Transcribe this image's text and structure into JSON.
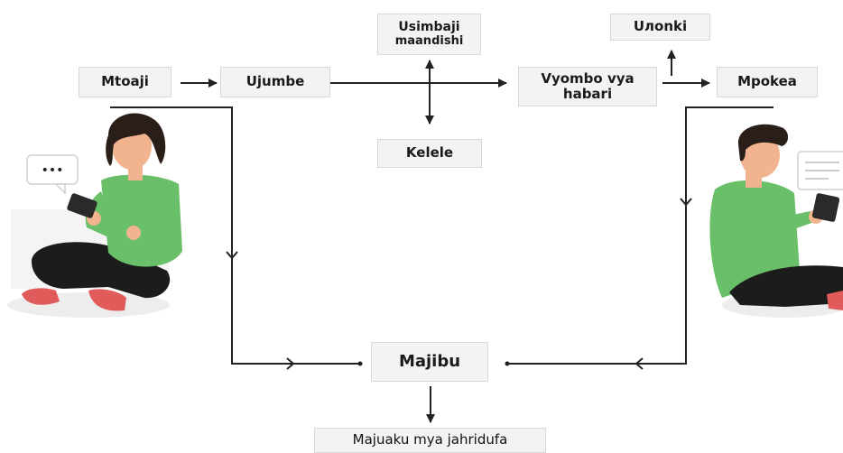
{
  "nodes": {
    "sender": "Mtoaji",
    "message": "Ujumbe",
    "encoding_line1": "Usimbaji",
    "encoding_line2": "maandishi",
    "noise": "Kelele",
    "channel_line1": "Vyombo vya",
    "channel_line2": "habari",
    "decoding": "Uлonki",
    "receiver": "Mpokea",
    "feedback": "Majibu",
    "journal": "Majuaku mya jahridufa"
  },
  "bubble_text": "•••",
  "colors": {
    "line": "#222222",
    "box_fill": "#f3f3f3",
    "box_border": "#d8d8d8",
    "shirt": "#6abf69",
    "pants": "#1c1c1c",
    "shoes": "#e25b5b",
    "skin": "#f2b48f",
    "hair": "#2a1e18"
  }
}
